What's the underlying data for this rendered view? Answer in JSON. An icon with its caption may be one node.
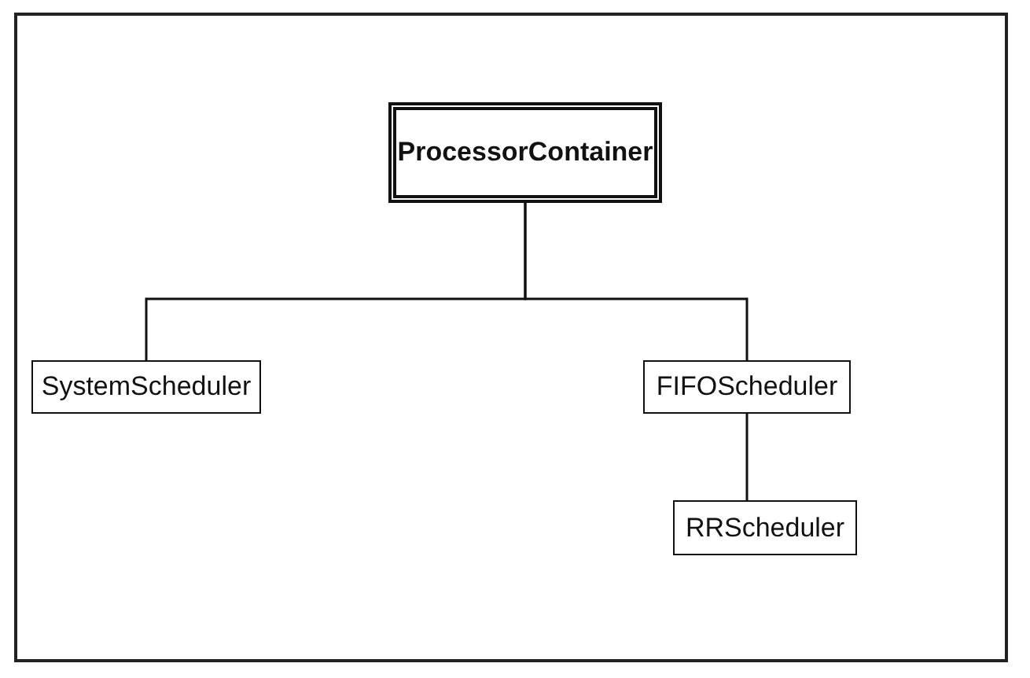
{
  "diagram": {
    "nodes": [
      {
        "text": [
          "ProcessorContainer"
        ]
      },
      {
        "text": [
          "SystemScheduler"
        ]
      },
      {
        "text": [
          "FIFOScheduler"
        ]
      },
      {
        "text": [
          "RRScheduler"
        ]
      }
    ],
    "edges": [
      {
        "from": 0,
        "to": 1,
        "arrow": "none"
      },
      {
        "from": 0,
        "to": 2,
        "arrow": "none"
      },
      {
        "from": 2,
        "to": 3,
        "arrow": "none"
      }
    ]
  }
}
